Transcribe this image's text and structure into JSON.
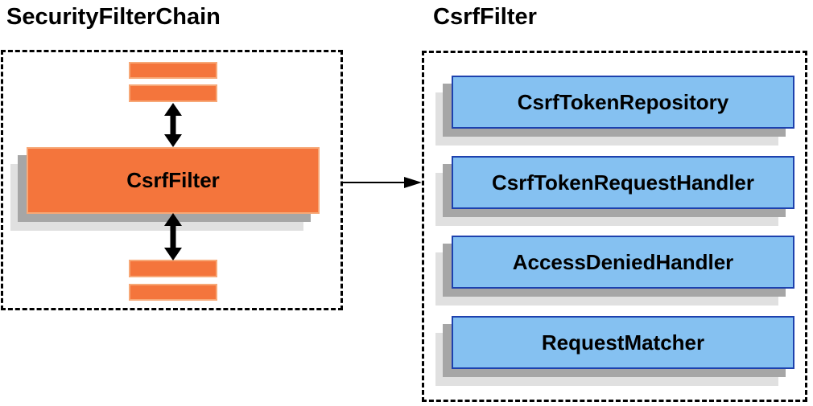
{
  "diagram": {
    "left_panel": {
      "title": "SecurityFilterChain",
      "filter_box_label": "CsrfFilter"
    },
    "right_panel": {
      "title": "CsrfFilter",
      "components": [
        {
          "label": "CsrfTokenRepository"
        },
        {
          "label": "CsrfTokenRequestHandler"
        },
        {
          "label": "AccessDeniedHandler"
        },
        {
          "label": "RequestMatcher"
        }
      ]
    },
    "icons": {
      "up_down_arrow": "double-headed-vertical-arrow",
      "right_arrow": "right-pointing-arrow"
    }
  },
  "colors": {
    "orange_fill": "#F4753C",
    "orange_border": "#F7A877",
    "blue_fill": "#85C1F1",
    "blue_border": "#1D41AE",
    "shadow_dark": "#A6A6A6",
    "shadow_light": "#E0E0E0",
    "line": "#000000"
  }
}
